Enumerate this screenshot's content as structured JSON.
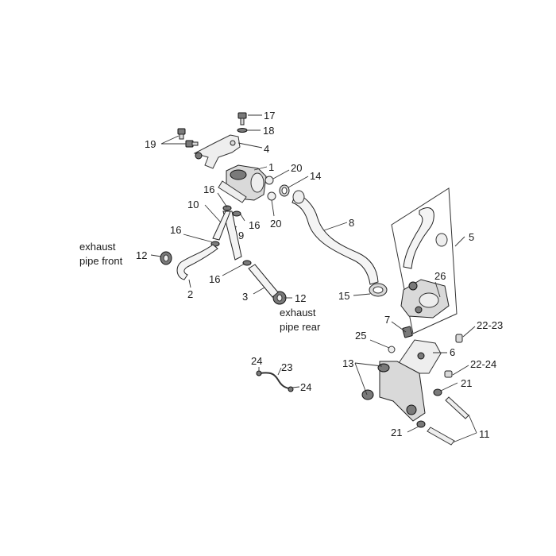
{
  "callouts": {
    "c17": "17",
    "c18": "18",
    "c19": "19",
    "c4": "4",
    "c1": "1",
    "c20a": "20",
    "c14": "14",
    "c16a": "16",
    "c10": "10",
    "c16b": "16",
    "c9": "9",
    "c20b": "20",
    "c8": "8",
    "c5": "5",
    "c16c": "16",
    "c12a": "12",
    "c2": "2",
    "c16d": "16",
    "c3": "3",
    "c12b": "12",
    "c26": "26",
    "c15": "15",
    "c7": "7",
    "c22_23a": "22-23",
    "c25": "25",
    "c6": "6",
    "c13": "13",
    "c22_24": "22-24",
    "c21a": "21",
    "c24a": "24",
    "c23": "23",
    "c24b": "24",
    "c21b": "21",
    "c11": "11"
  },
  "notes": {
    "front_line1": "exhaust",
    "front_line2": "pipe front",
    "rear_line1": "exhaust",
    "rear_line2": "pipe rear"
  }
}
